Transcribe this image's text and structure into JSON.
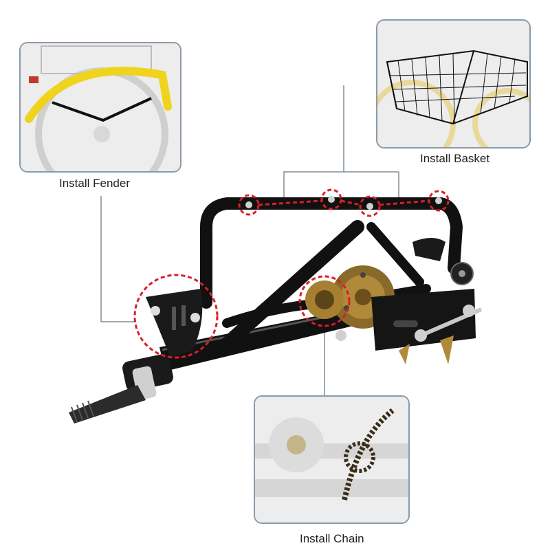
{
  "callouts": [
    {
      "id": "fender",
      "label": "Install Fender"
    },
    {
      "id": "basket",
      "label": "Install Basket"
    },
    {
      "id": "chain",
      "label": "Install Chain"
    }
  ],
  "colors": {
    "frame": "#111111",
    "highlight": "#d81f26",
    "fender": "#f0d31c",
    "inset_border": "#8a9aa8",
    "leader_line": "#7f8c96",
    "sprocket": "#b08a3a",
    "metal": "#c8c8c8"
  }
}
